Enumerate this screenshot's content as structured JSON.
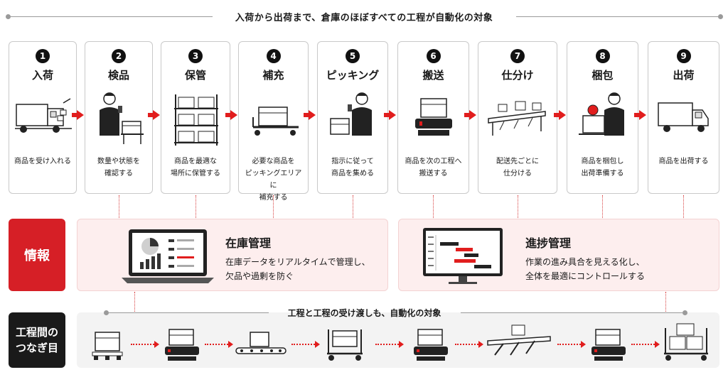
{
  "header": {
    "title": "入荷から出荷まで、倉庫のほぼすべての工程が自動化の対象"
  },
  "steps": [
    {
      "num": "1",
      "title": "入荷",
      "desc": "商品を受け入れる",
      "icon": "truck-unloading-icon"
    },
    {
      "num": "2",
      "title": "検品",
      "desc": "数量や状態を\n確認する",
      "icon": "worker-scanning-icon"
    },
    {
      "num": "3",
      "title": "保管",
      "desc": "商品を最適な\n場所に保管する",
      "icon": "storage-rack-icon"
    },
    {
      "num": "4",
      "title": "補充",
      "desc": "必要な商品を\nピッキングエリアに\n補充する",
      "icon": "cart-box-icon"
    },
    {
      "num": "5",
      "title": "ピッキング",
      "desc": "指示に従って\n商品を集める",
      "icon": "worker-picking-icon"
    },
    {
      "num": "6",
      "title": "搬送",
      "desc": "商品を次の工程へ\n搬送する",
      "icon": "agv-robot-icon"
    },
    {
      "num": "7",
      "title": "仕分け",
      "desc": "配送先ごとに\n仕分ける",
      "icon": "sorter-conveyor-icon"
    },
    {
      "num": "8",
      "title": "梱包",
      "desc": "商品を梱包し\n出荷準備する",
      "icon": "worker-packing-icon"
    },
    {
      "num": "9",
      "title": "出荷",
      "desc": "商品を出荷する",
      "icon": "truck-icon"
    }
  ],
  "info": {
    "label": "情報",
    "inventory": {
      "title": "在庫管理",
      "desc": "在庫データをリアルタイムで管理し、\n欠品や過剰を防ぐ",
      "icon": "laptop-dashboard-icon"
    },
    "progress": {
      "title": "進捗管理",
      "desc": "作業の進み具合を見える化し、\n全体を最適にコントロールする",
      "icon": "monitor-gantt-icon"
    }
  },
  "handoff": {
    "label_line1": "工程間の",
    "label_line2": "つなぎ目",
    "title": "工程と工程の受け渡しも、自動化の対象",
    "icons": [
      "pallet-box-icon",
      "agv-robot-icon",
      "conveyor-icon",
      "cart-icon",
      "agv-robot-icon",
      "sorter-icon",
      "agv-robot-icon",
      "cart-stack-icon"
    ]
  },
  "colors": {
    "accent": "#e11d1d",
    "info_bg": "#fdeeee",
    "dark": "#1a1a1a"
  }
}
